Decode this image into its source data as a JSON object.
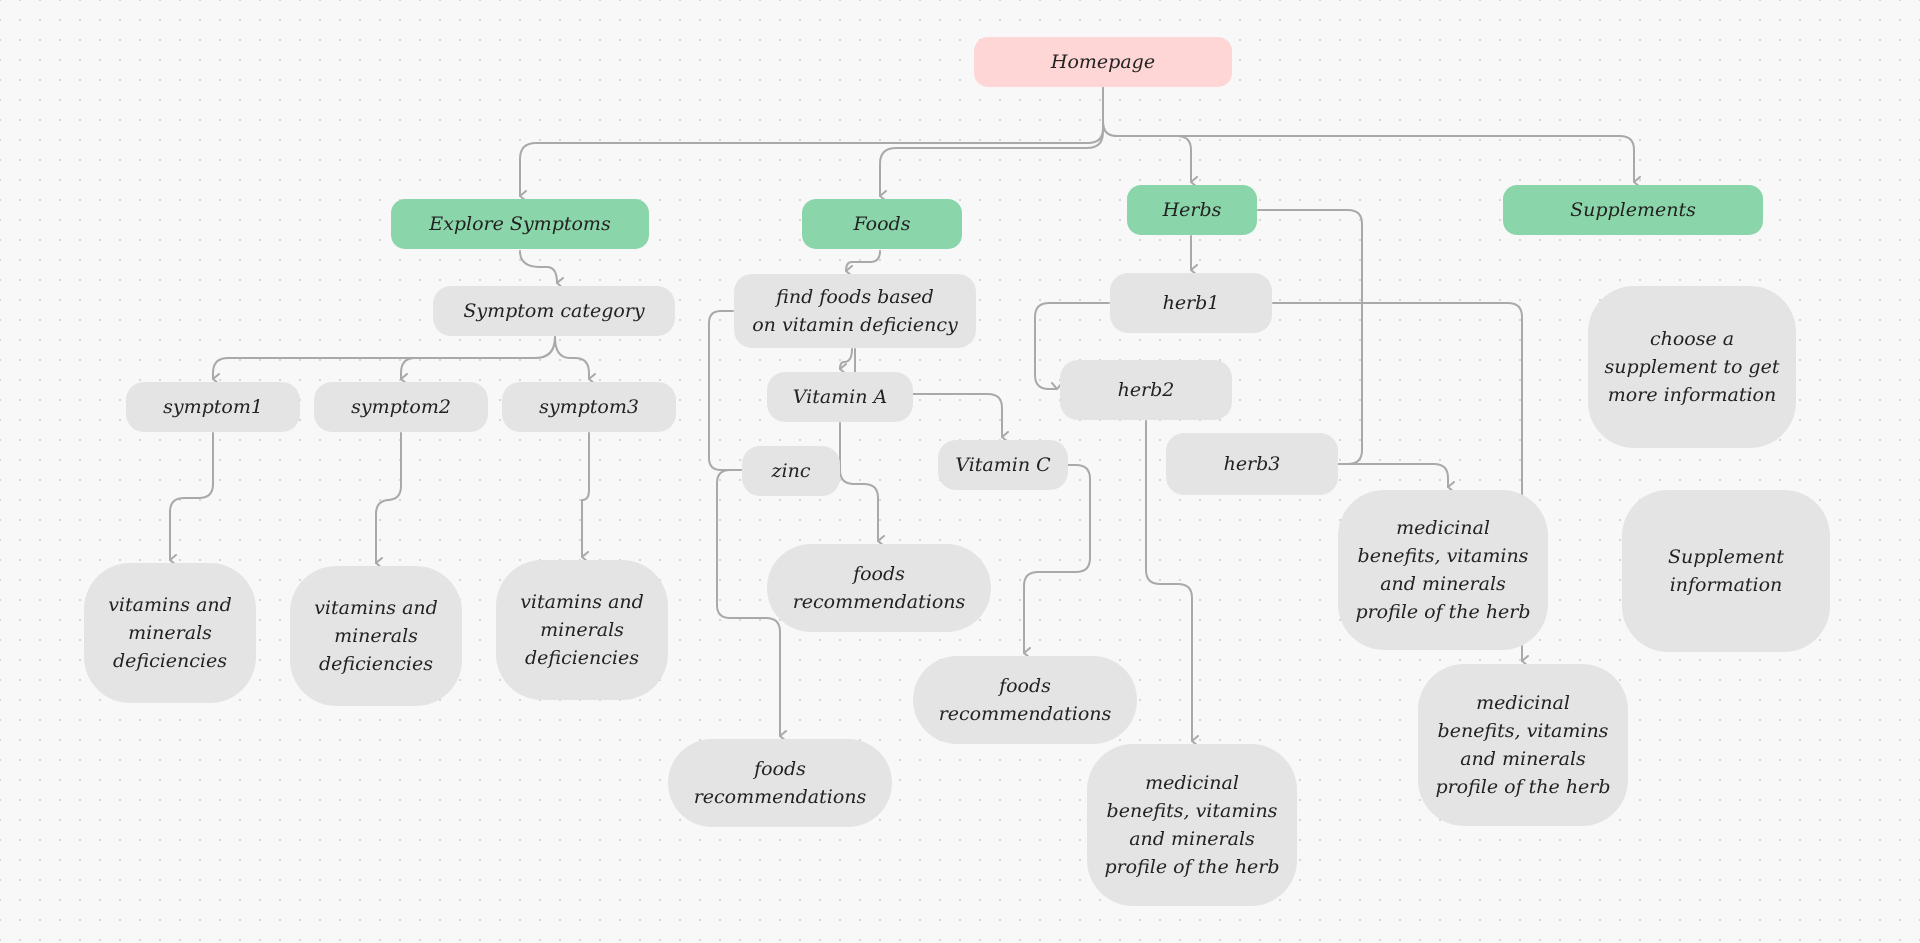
{
  "nodes": {
    "homepage": "Homepage",
    "explore_symptoms": "Explore Symptoms",
    "foods": "Foods",
    "herbs": "Herbs",
    "supplements": "Supplements",
    "symptom_category": "Symptom category",
    "symptom1": "symptom1",
    "symptom2": "symptom2",
    "symptom3": "symptom3",
    "deficiencies_1": "vitamins and\nminerals\ndeficiencies",
    "deficiencies_2": "vitamins and\nminerals\ndeficiencies",
    "deficiencies_3": "vitamins and\nminerals\ndeficiencies",
    "find_foods": "find foods based\non vitamin deficiency",
    "vitamin_a": "Vitamin A",
    "zinc": "zinc",
    "vitamin_c": "Vitamin C",
    "foods_rec_1": "foods\nrecommendations",
    "foods_rec_2": "foods\nrecommendations",
    "foods_rec_3": "foods\nrecommendations",
    "herb1": "herb1",
    "herb2": "herb2",
    "herb3": "herb3",
    "herb_profile_1": "medicinal\nbenefits, vitamins\nand minerals\nprofile of the herb",
    "herb_profile_2": "medicinal\nbenefits, vitamins\nand minerals\nprofile of the herb",
    "herb_profile_3": "medicinal\nbenefits, vitamins\nand minerals\nprofile of the herb",
    "choose_supplement": "choose a\nsupplement to get\nmore information",
    "supplement_info": "Supplement\ninformation"
  },
  "colors": {
    "root": "#ffd6d6",
    "category": "#8bd5aa",
    "node": "#e4e4e4",
    "connector": "#a9a9a9",
    "text": "#222222"
  }
}
